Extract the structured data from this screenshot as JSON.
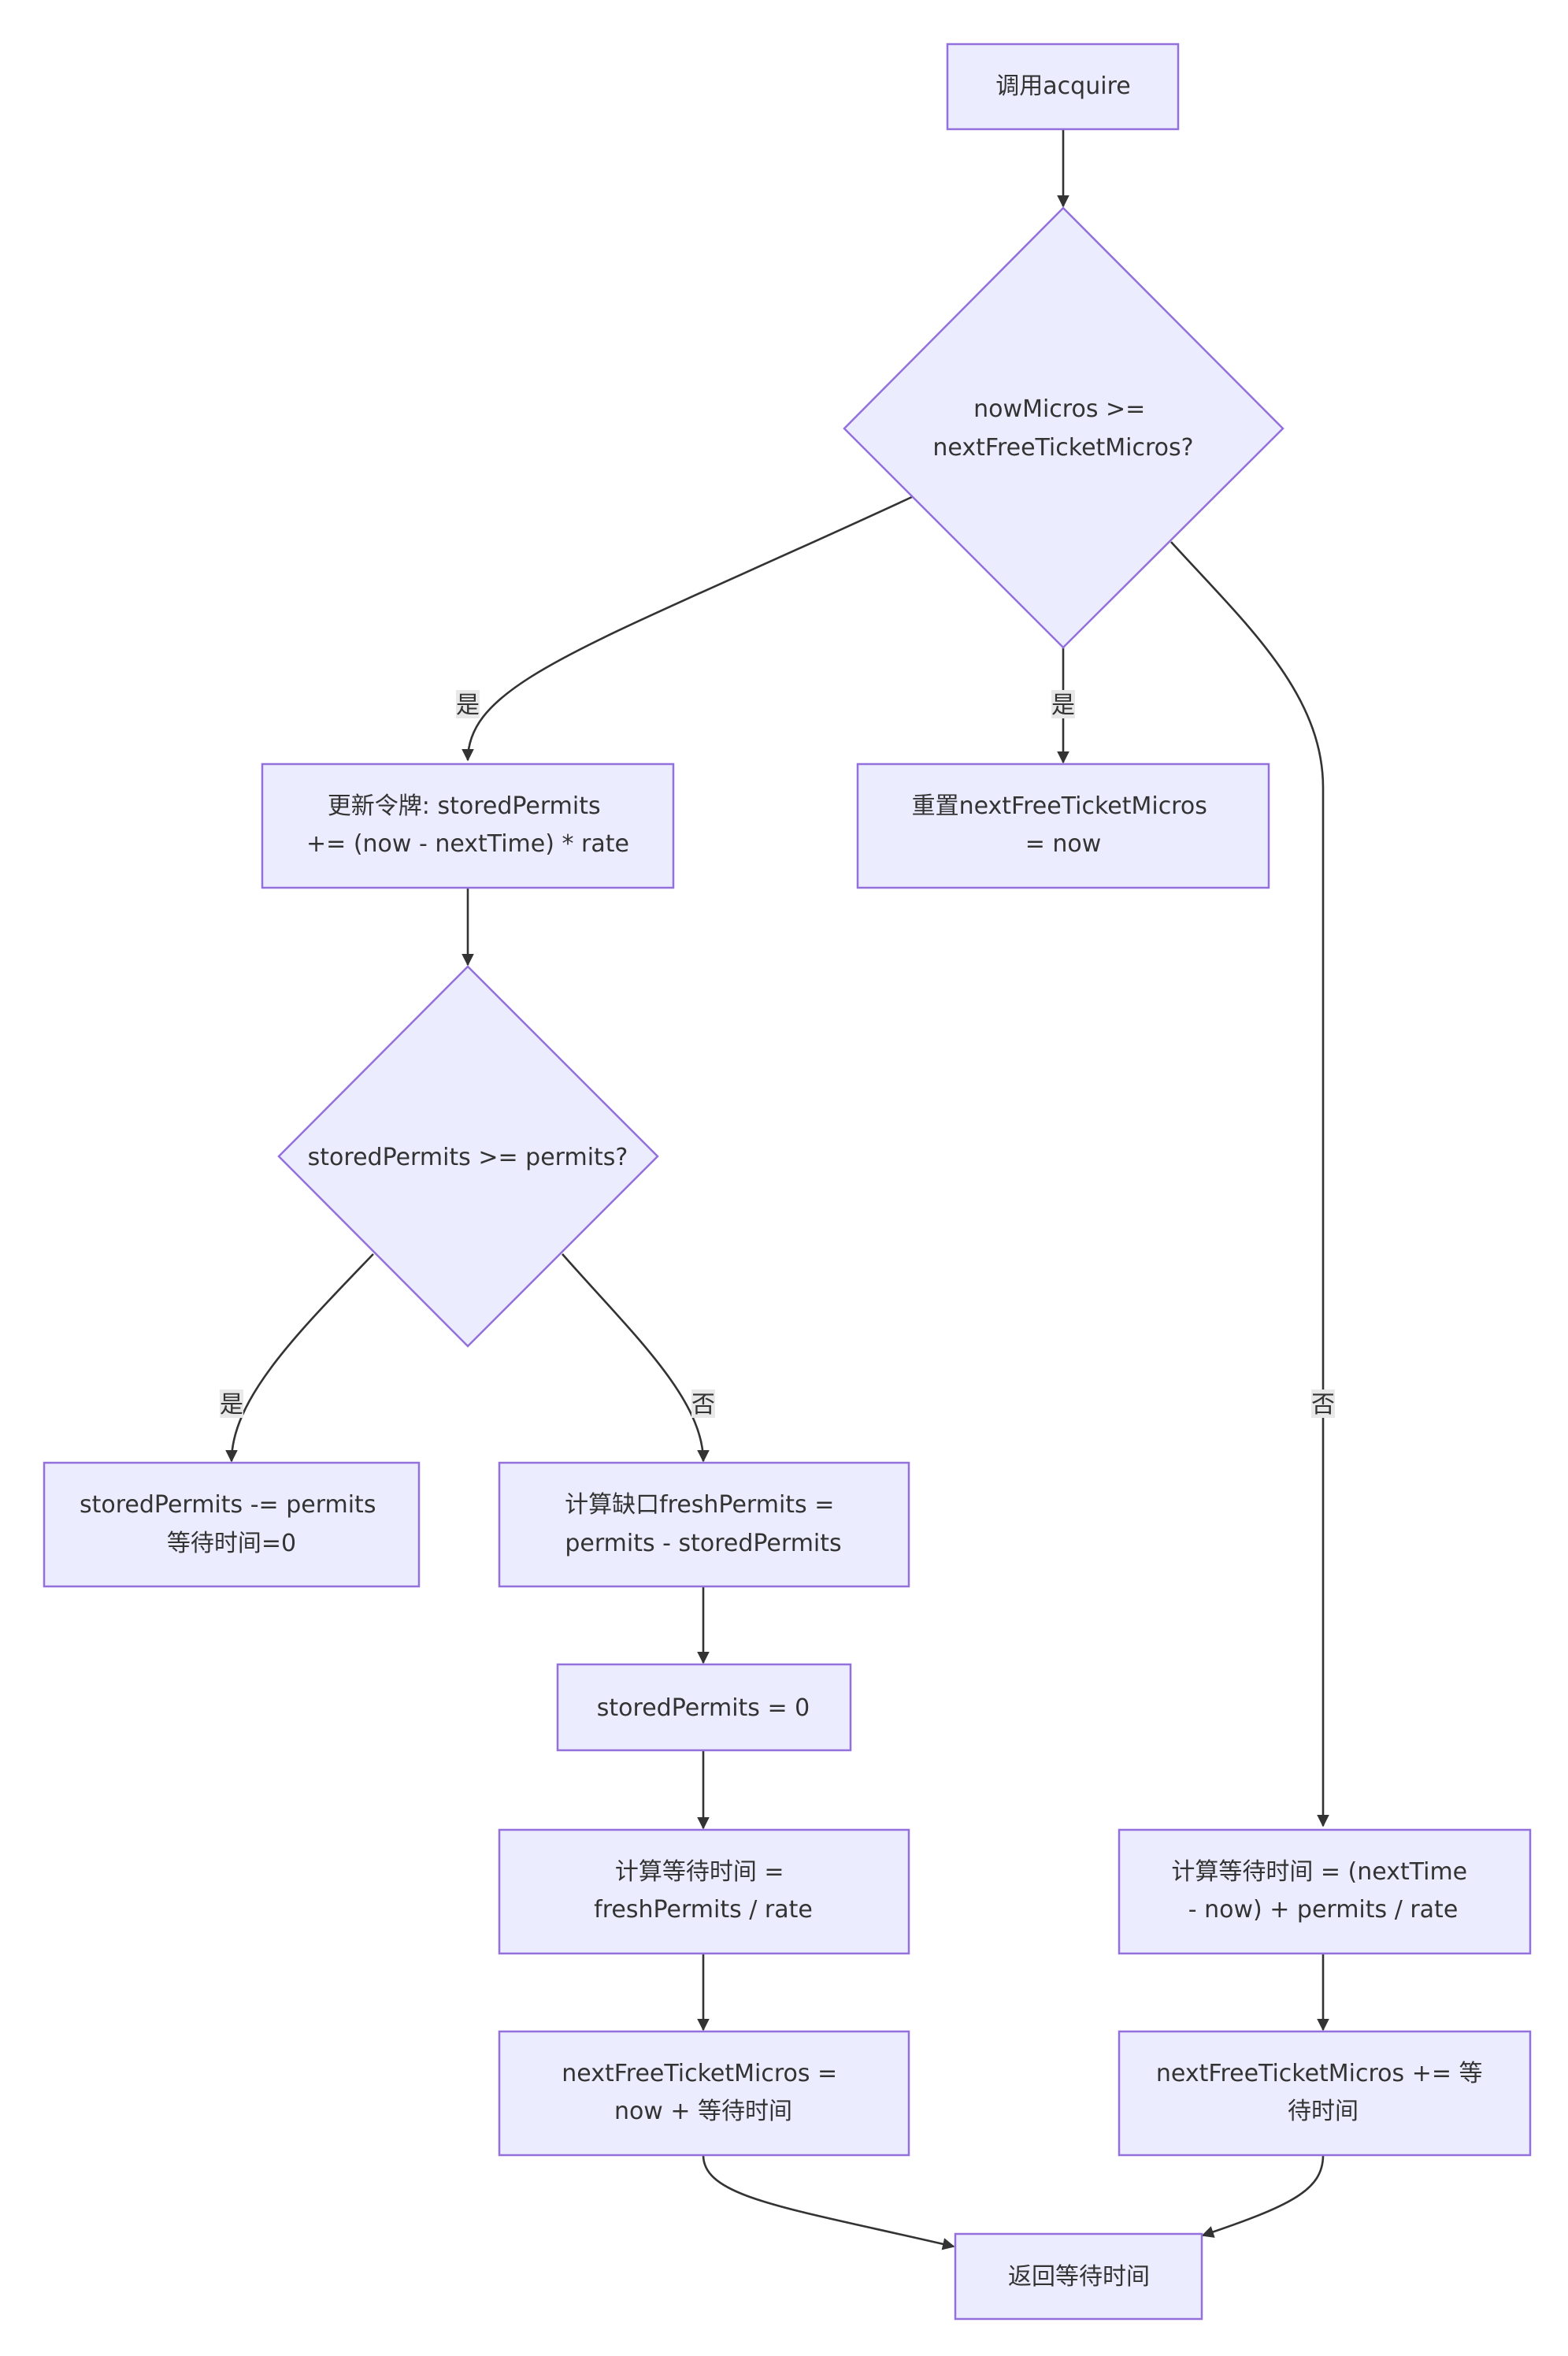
{
  "nodes": {
    "start": [
      "调用acquire"
    ],
    "check_time": [
      "nowMicros >=",
      "nextFreeTicketMicros?"
    ],
    "update_tokens": [
      "更新令牌: storedPermits",
      "+= (now - nextTime) * rate"
    ],
    "reset_next": [
      "重置nextFreeTicketMicros",
      "= now"
    ],
    "check_permits": [
      "storedPermits >= permits?"
    ],
    "consume_stored": [
      "storedPermits -= permits",
      "等待时间=0"
    ],
    "calc_fresh": [
      "计算缺口freshPermits =",
      "permits - storedPermits"
    ],
    "zero_stored": [
      "storedPermits = 0"
    ],
    "calc_wait_fresh": [
      "计算等待时间 =",
      "freshPermits / rate"
    ],
    "set_next_fresh": [
      "nextFreeTicketMicros =",
      "now + 等待时间"
    ],
    "calc_wait_future": [
      "计算等待时间 = (nextTime",
      "- now) + permits / rate"
    ],
    "add_next_future": [
      "nextFreeTicketMicros += 等",
      "待时间"
    ],
    "return_wait": [
      "返回等待时间"
    ]
  },
  "edge_labels": {
    "yes": "是",
    "no": "否"
  },
  "colors": {
    "node_fill": "#ececff",
    "node_stroke": "#9370db",
    "edge": "#333333",
    "label_bg": "#e8e8e8"
  }
}
